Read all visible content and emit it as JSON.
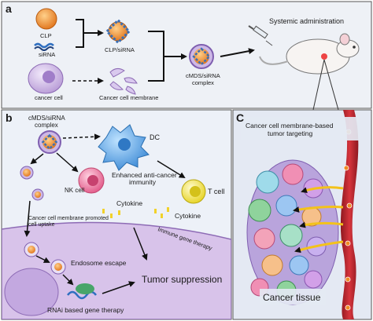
{
  "panel_a": {
    "letter": "a",
    "labels": {
      "clp": "CLP",
      "sirna": "siRNA",
      "clp_sirna": "CLP/siRNA",
      "cancer_cell": "cancer cell",
      "cancer_cell_membrane": "Cancer cell membrane",
      "cmds_line1": "cMDS/siRNA",
      "cmds_line2": "complex",
      "systemic": "Systemic administration"
    }
  },
  "panel_b": {
    "letter": "b",
    "labels": {
      "cmds_line1": "cMDS/siRNA",
      "cmds_line2": "complex",
      "dc": "DC",
      "nk_cell": "NK cell",
      "enhanced_line1": "Enhanced anti-cancer",
      "enhanced_line2": "immunity",
      "t_cell": "T cell",
      "cytokine_top": "Cytokine",
      "cytokine_bottom": "Cytokine",
      "uptake_line1": "Cancer cell membrane promoted",
      "uptake_line2": "cell uptake",
      "immune_gene_therapy": "Immune gene therapy",
      "endosome_escape": "Endosome escape",
      "tumor_suppression": "Tumor suppression",
      "rnai": "RNAi based gene therapy"
    }
  },
  "panel_c": {
    "letter": "C",
    "labels": {
      "targeting_line1": "Cancer cell membrane-based",
      "targeting_line2": "tumor targeting",
      "cancer_tissue": "Cancer tissue"
    }
  },
  "colors": {
    "panel_a_bg": "#eef1f6",
    "panel_b_bg": "#edf1f8",
    "panel_c_bg": "#e4e9f3",
    "clp_orange": "#f08a24",
    "complex_blue": "#3a6fb5",
    "cell_purple": "#cbb4e0",
    "dc_blue": "#4f9fdf",
    "nk_pink": "#ec6c96",
    "t_cell_yellow": "#f2e43c",
    "vessel_red": "#b8232c",
    "arrow_yellow": "#f3c21b"
  }
}
